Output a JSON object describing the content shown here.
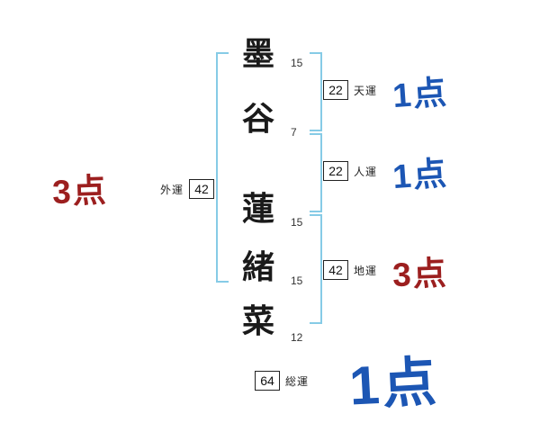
{
  "name_chars": [
    {
      "char": "墨",
      "strokes": "15"
    },
    {
      "char": "谷",
      "strokes": "7"
    },
    {
      "char": "蓮",
      "strokes": "15"
    },
    {
      "char": "緒",
      "strokes": "15"
    },
    {
      "char": "菜",
      "strokes": "12"
    }
  ],
  "fortunes": {
    "ten": {
      "value": "22",
      "label": "天運",
      "score": "1点"
    },
    "jin": {
      "value": "22",
      "label": "人運",
      "score": "1点"
    },
    "chi": {
      "value": "42",
      "label": "地運",
      "score": "3点"
    },
    "gai": {
      "value": "42",
      "label": "外運",
      "score": "3点"
    },
    "sou": {
      "value": "64",
      "label": "総運",
      "score": "1点"
    }
  },
  "colors": {
    "score_blue": "#1c56b4",
    "score_red": "#9c1f1f",
    "bracket_blue": "#86cbe6"
  }
}
